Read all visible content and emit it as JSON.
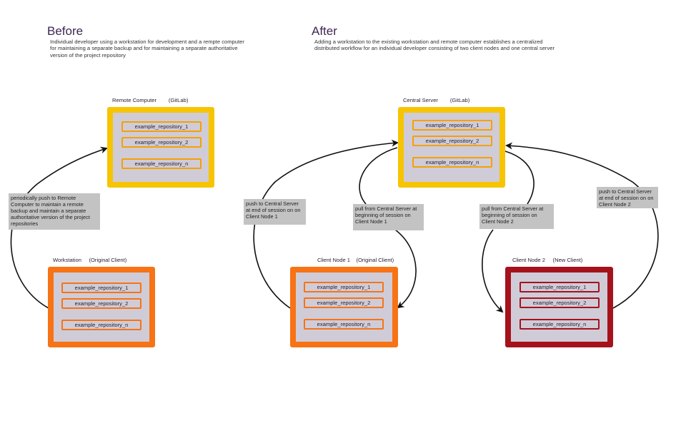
{
  "colors": {
    "heading": "#3b2752",
    "yellow_border": "#f6c400",
    "orange_border": "#f77315",
    "red_border": "#a5121b",
    "box_fill": "#cfccd8",
    "note_fill": "#c3c3c3",
    "arrow": "#111111"
  },
  "before": {
    "title": "Before",
    "description": "Individual developer using a workstation for development and a rempte computer for maintaining a separate backup and for maintaining a separate authoritative version of the project repository",
    "remote": {
      "label": "Remote Computer        (GitLab)",
      "repos": [
        "example_repository_1",
        "example_repository_2",
        "example_repository_n"
      ]
    },
    "workstation": {
      "label": "Workstation     (Original Client)",
      "repos": [
        "example_repository_1",
        "example_repository_2",
        "example_repository_n"
      ]
    },
    "note_push": "periodically push to Remote Computer to maintain a remote backup and maintain a separate authoritative version of the project repositories"
  },
  "after": {
    "title": "After",
    "description": "Adding a workstation to the existing workstation and remote computer establishes a centralized distributed workflow for an individual developer consisting of two client nodes and one central server",
    "server": {
      "label": "Central Server        (GitLab)",
      "repos": [
        "example_repository_1",
        "example_repository_2",
        "example_repository_n"
      ]
    },
    "client1": {
      "label": "Client Node 1    (Original Client)",
      "repos": [
        "example_repository_1",
        "example_repository_2",
        "example_repository_n"
      ]
    },
    "client2": {
      "label": "Client Node 2     (New Client)",
      "repos": [
        "example_repository_1",
        "example_repository_2",
        "example_repository_n"
      ]
    },
    "note_push1": "push to Central Server at end of session on on Client Node 1",
    "note_pull1": "pull from Central Server at beginning of session on Client Node 1",
    "note_pull2": "pull from Central Server at beginning of session on Client Node 2",
    "note_push2": "push to Central Server at end of session on on Client Node 2"
  }
}
